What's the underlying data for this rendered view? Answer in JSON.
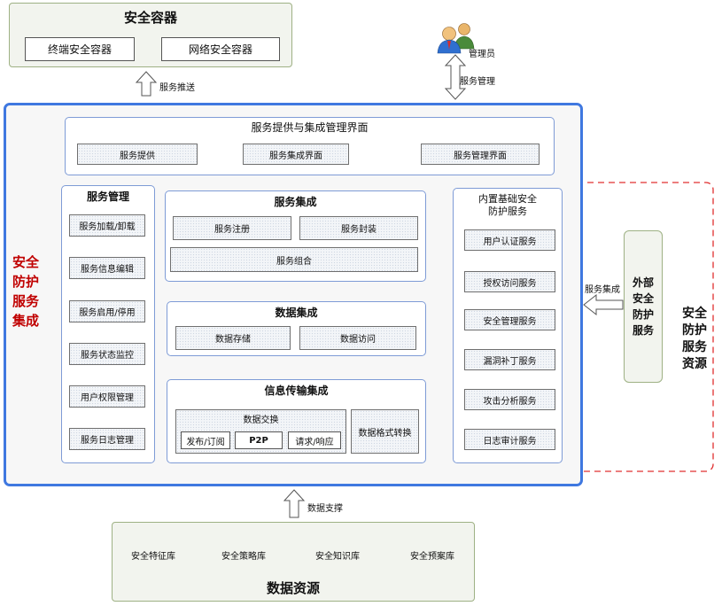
{
  "top_container": {
    "title": "安全容器",
    "items": [
      "终端安全容器",
      "网络安全容器"
    ]
  },
  "admin": {
    "label": "管理员"
  },
  "arrows": {
    "push": "服务推送",
    "manage": "服务管理",
    "integrate": "服务集成",
    "support": "数据支撑"
  },
  "main": {
    "side_label": "安全\n防护\n服务\n集成",
    "interface": {
      "title": "服务提供与集成管理界面",
      "items": [
        "服务提供",
        "服务集成界面",
        "服务管理界面"
      ]
    },
    "service_mgmt": {
      "title": "服务管理",
      "items": [
        "服务加载/卸载",
        "服务信息编辑",
        "服务启用/停用",
        "服务状态监控",
        "用户权限管理",
        "服务日志管理"
      ]
    },
    "service_integration": {
      "title": "服务集成",
      "items": [
        "服务注册",
        "服务封装",
        "服务组合"
      ]
    },
    "data_integration": {
      "title": "数据集成",
      "items": [
        "数据存储",
        "数据访问"
      ]
    },
    "info_transfer": {
      "title": "信息传输集成",
      "exchange_title": "数据交换",
      "exchange_items": [
        "发布/订阅",
        "P2P",
        "请求/响应"
      ],
      "format": "数据格式转换"
    },
    "builtin": {
      "title": "内置基础安全\n防护服务",
      "items": [
        "用户认证服务",
        "授权访问服务",
        "安全管理服务",
        "漏洞补丁服务",
        "攻击分析服务",
        "日志审计服务"
      ]
    }
  },
  "external": {
    "box": "外部\n安全\n防护\n服务",
    "label": "安全\n防护\n服务\n资源"
  },
  "data_resources": {
    "title": "数据资源",
    "dbs": [
      "安全特征库",
      "安全策略库",
      "安全知识库",
      "安全预案库"
    ]
  },
  "colors": {
    "main_border": "#3f78e0",
    "red": "#c00000",
    "dashed": "#e03030",
    "green_border": "#9eb184"
  }
}
